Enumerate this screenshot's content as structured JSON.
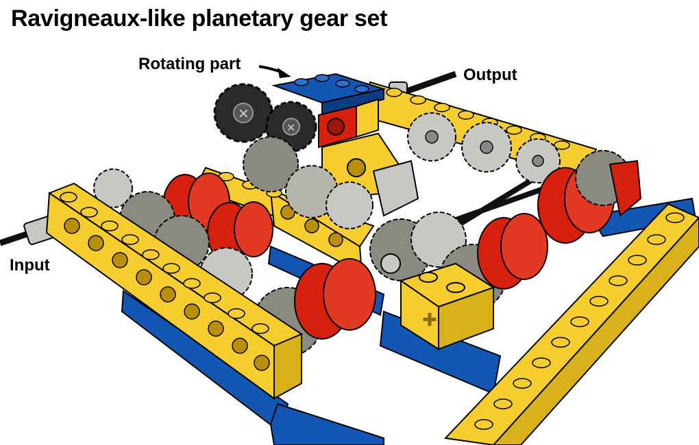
{
  "title": "Ravigneaux-like planetary gear set",
  "labels": {
    "rotating_part": "Rotating part",
    "output": "Output",
    "input": "Input"
  },
  "colors": {
    "yellow": "#f5cd2f",
    "yellow_dark": "#c9a20e",
    "blue": "#1456b4",
    "red": "#d8200e",
    "gear_gray": "#8a8a80",
    "light_gray": "#c7c7c3",
    "black": "#1c1c1c"
  }
}
